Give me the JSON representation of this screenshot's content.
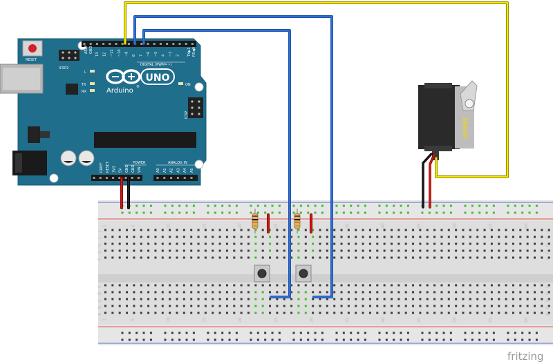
{
  "arduino": {
    "reset": "RESET",
    "icsp2": "ICSP2",
    "icsp": "ICSP",
    "led_l": "L",
    "led_tx": "TX",
    "led_rx": "RX",
    "led_on": "ON",
    "model": "UNO",
    "brand": "Arduino",
    "trademark": "®",
    "digital": "DIGITAL (PWM=~)",
    "power": "POWER",
    "analog": "ANALOG IN",
    "aref": "AREF",
    "gnd": "GND",
    "tx": "TX▶1",
    "rx": "RX◀0",
    "header_top": [
      "13",
      "12",
      "~11",
      "~10",
      "~9",
      "8",
      "7",
      "~6",
      "~5",
      "4",
      "~3",
      "2"
    ],
    "header_power": [
      "IOREF",
      "RESET",
      "3V3",
      "5V",
      "GND",
      "GND",
      "VIN"
    ],
    "header_analog": [
      "A0",
      "A1",
      "A2",
      "A3",
      "A4",
      "A5"
    ]
  },
  "servo": {
    "label": "SERVO"
  },
  "breadboard": {
    "column_numbers": [
      "1",
      "5",
      "10",
      "15",
      "20",
      "25",
      "30",
      "35",
      "40",
      "45",
      "50",
      "55",
      "60"
    ],
    "row_letters_top": [
      "J",
      "I",
      "H",
      "G",
      "F"
    ],
    "row_letters_bottom": [
      "E",
      "D",
      "C",
      "B",
      "A"
    ]
  },
  "watermark": "fritzing",
  "colors": {
    "board": "#1f6e8c",
    "yellow_wire": "#f2e600",
    "blue_wire": "#2f6fd6",
    "red_wire": "#d6140f",
    "black_wire": "#111111",
    "connected_hole": "#3cbf2a",
    "rail_red": "#e0534f",
    "rail_blue": "#5b74c9"
  }
}
